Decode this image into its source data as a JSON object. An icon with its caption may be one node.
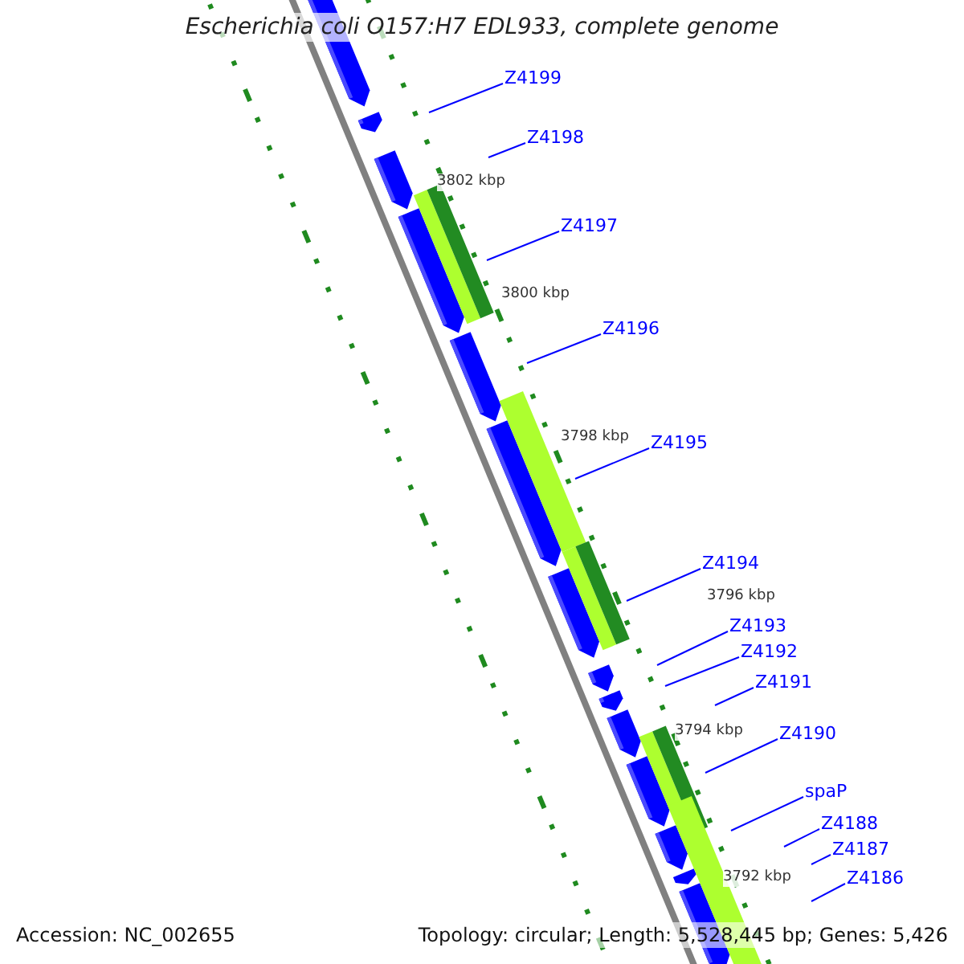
{
  "diagram": {
    "title": "Escherichia coli O157:H7 EDL933, complete genome",
    "nodes": [
      {
        "text": [
          "Z4199"
        ]
      },
      {
        "text": [
          "Z4198"
        ]
      },
      {
        "text": [
          "Z4197"
        ]
      },
      {
        "text": [
          "Z4196"
        ]
      },
      {
        "text": [
          "Z4195"
        ]
      },
      {
        "text": [
          "Z4194"
        ]
      },
      {
        "text": [
          "Z4193"
        ]
      },
      {
        "text": [
          "Z4192"
        ]
      },
      {
        "text": [
          "Z4191"
        ]
      },
      {
        "text": [
          "Z4190"
        ]
      },
      {
        "text": [
          "spaP"
        ]
      },
      {
        "text": [
          "Z4188"
        ]
      },
      {
        "text": [
          "Z4187"
        ]
      },
      {
        "text": [
          "Z4186"
        ]
      }
    ],
    "edges": [
      {
        "from": 0,
        "to": null,
        "arrow": "none"
      },
      {
        "from": 1,
        "to": null,
        "arrow": "none"
      },
      {
        "from": 2,
        "to": null,
        "arrow": "none"
      },
      {
        "from": 3,
        "to": null,
        "arrow": "none"
      },
      {
        "from": 4,
        "to": null,
        "arrow": "none"
      },
      {
        "from": 5,
        "to": null,
        "arrow": "none"
      },
      {
        "from": 6,
        "to": null,
        "arrow": "none"
      },
      {
        "from": 7,
        "to": null,
        "arrow": "none"
      },
      {
        "from": 8,
        "to": null,
        "arrow": "none"
      },
      {
        "from": 9,
        "to": null,
        "arrow": "none"
      },
      {
        "from": 10,
        "to": null,
        "arrow": "none"
      },
      {
        "from": 11,
        "to": null,
        "arrow": "none"
      },
      {
        "from": 12,
        "to": null,
        "arrow": "none"
      },
      {
        "from": 13,
        "to": null,
        "arrow": "none"
      }
    ],
    "labels": [
      "3802 kbp",
      "3800 kbp",
      "3798 kbp",
      "3796 kbp",
      "3794 kbp",
      "3792 kbp",
      "Accession: NC_002655",
      "Topology: circular; Length: 5,528,445 bp; Genes: 5,426"
    ]
  }
}
